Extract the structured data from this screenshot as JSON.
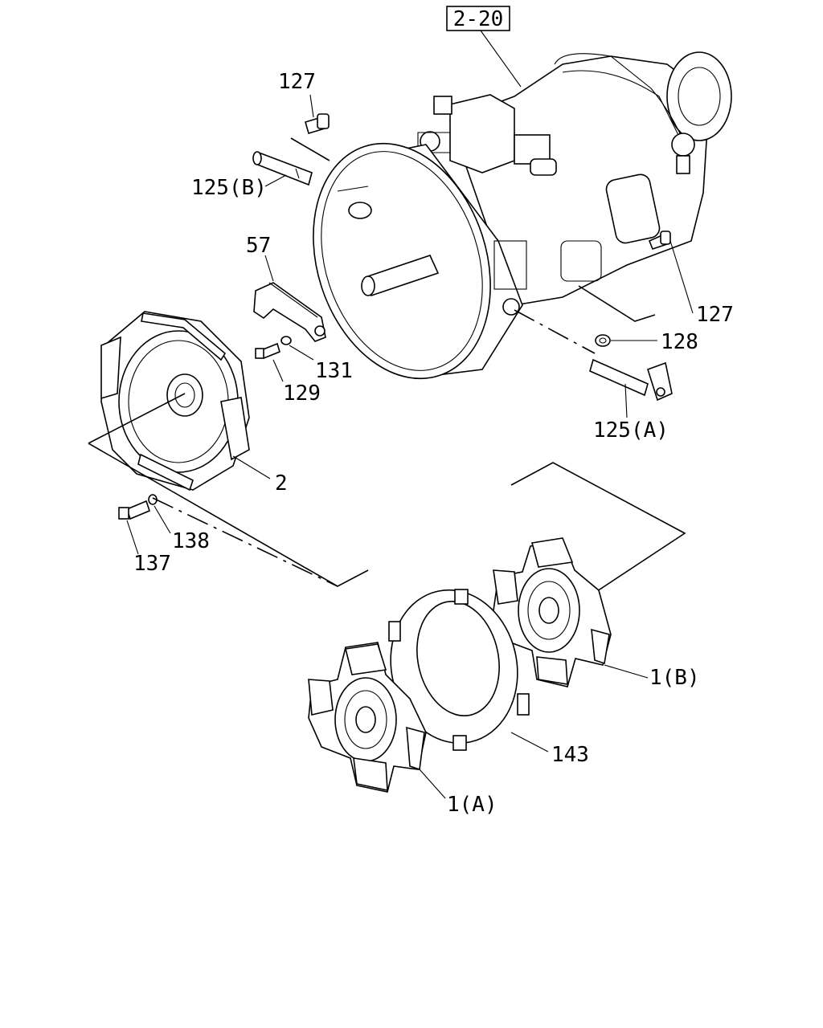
{
  "reference_box": "2-20",
  "callouts": {
    "c127_top": "127",
    "c125b": "125(B)",
    "c57": "57",
    "c127_right": "127",
    "c128": "128",
    "c131": "131",
    "c129": "129",
    "c125a": "125(A)",
    "c2": "2",
    "c138": "138",
    "c137": "137",
    "c1b": "1(B)",
    "c143": "143",
    "c1a": "1(A)"
  }
}
